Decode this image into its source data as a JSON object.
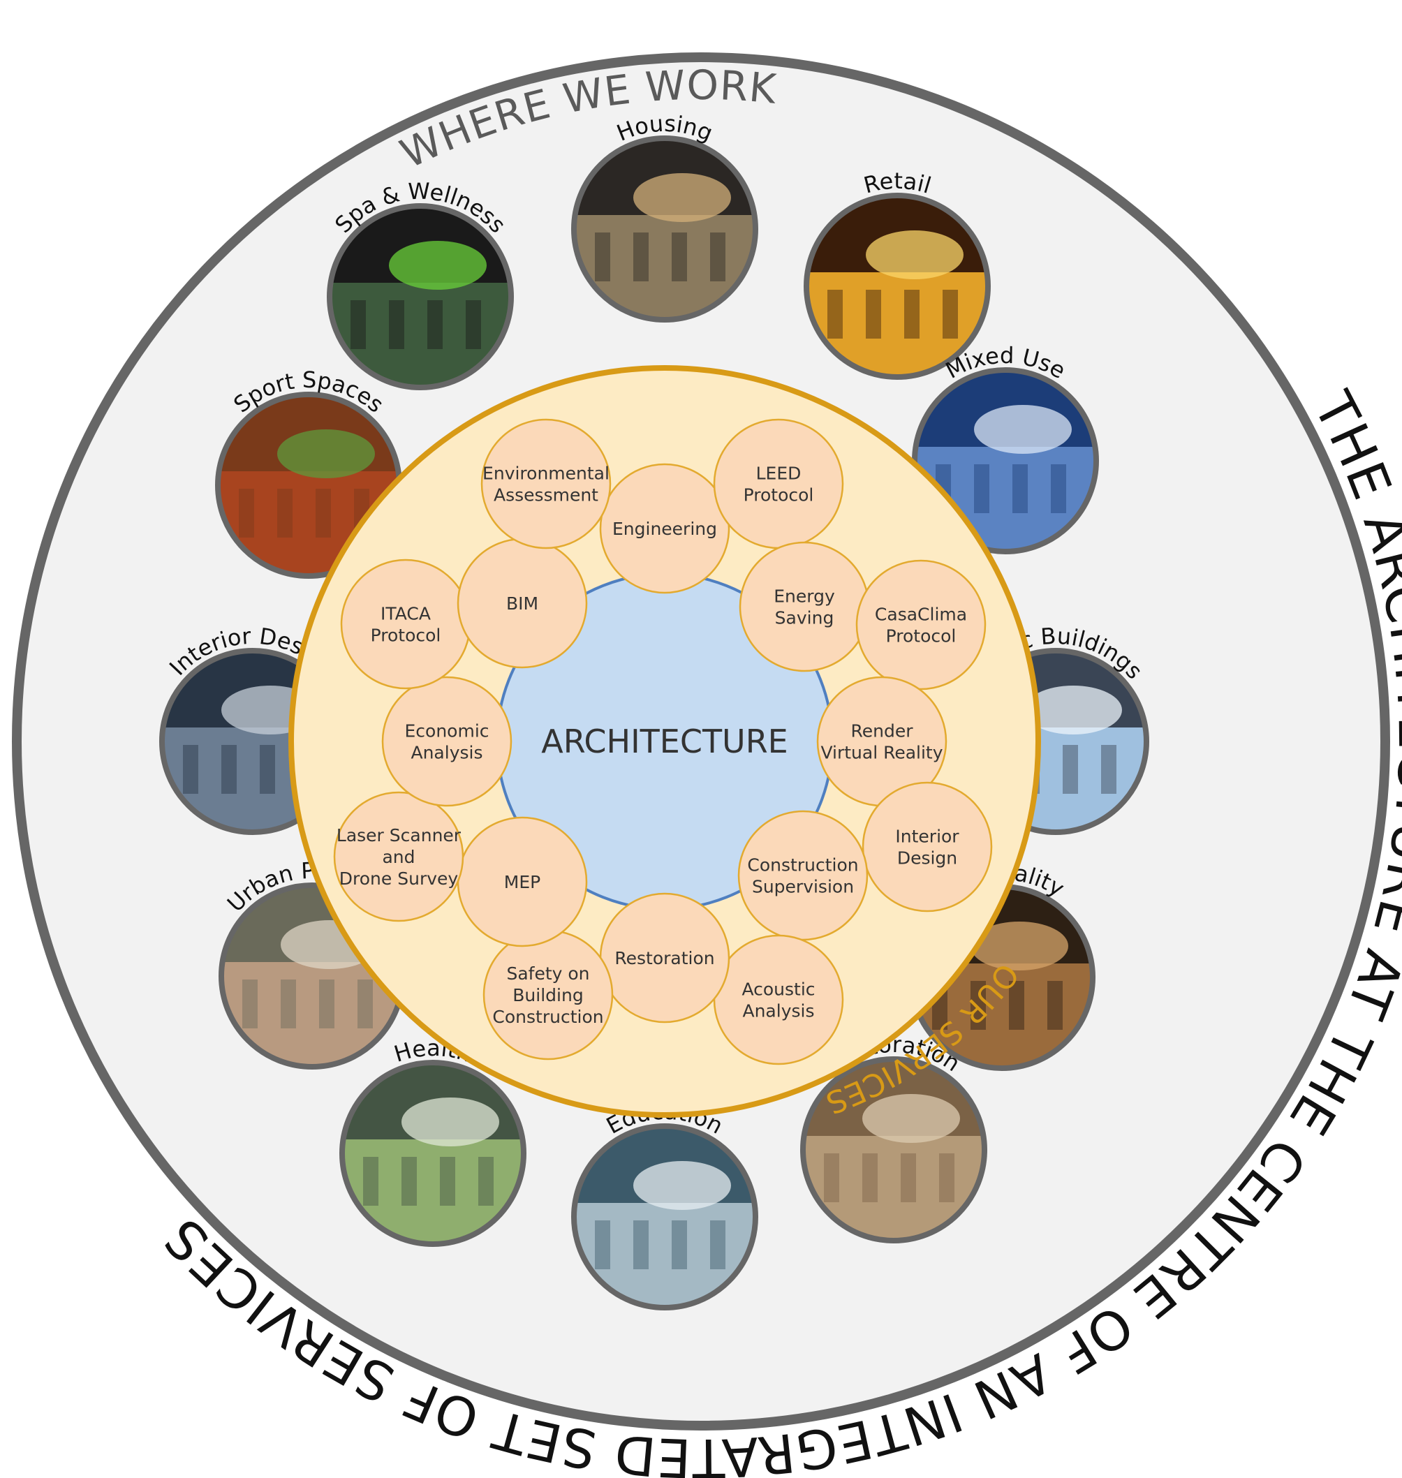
{
  "outer_title": "THE ARCHITECTURE AT THE CENTRE OF AN INTEGRATED SET OF SERVICES",
  "where_we_work": "WHERE WE WORK",
  "our_services": "OUR SERVICES",
  "center": "ARCHITECTURE",
  "services": [
    {
      "lines": [
        "Engineering"
      ]
    },
    {
      "lines": [
        "LEED",
        "Protocol"
      ]
    },
    {
      "lines": [
        "Energy",
        "Saving"
      ]
    },
    {
      "lines": [
        "CasaClima",
        "Protocol"
      ]
    },
    {
      "lines": [
        "Render",
        "Virtual Reality"
      ]
    },
    {
      "lines": [
        "Interior",
        "Design"
      ]
    },
    {
      "lines": [
        "Construction",
        "Supervision"
      ]
    },
    {
      "lines": [
        "Acoustic",
        "Analysis"
      ]
    },
    {
      "lines": [
        "Restoration"
      ]
    },
    {
      "lines": [
        "Safety on",
        "Building",
        "Construction"
      ]
    },
    {
      "lines": [
        "MEP"
      ]
    },
    {
      "lines": [
        "Laser Scanner",
        "and",
        "Drone Survey"
      ]
    },
    {
      "lines": [
        "Economic",
        "Analysis"
      ]
    },
    {
      "lines": [
        "ITACA",
        "Protocol"
      ]
    },
    {
      "lines": [
        "BIM"
      ]
    },
    {
      "lines": [
        "Environmental",
        "Assessment"
      ]
    }
  ],
  "sectors": [
    {
      "label": "Housing",
      "icon": "housing-photo"
    },
    {
      "label": "Retail",
      "icon": "retail-photo"
    },
    {
      "label": "Mixed Use",
      "icon": "mixed-use-photo"
    },
    {
      "label": "Public Buildings",
      "icon": "public-buildings-photo"
    },
    {
      "label": "Hospitality",
      "icon": "hospitality-photo"
    },
    {
      "label": "Restoration",
      "icon": "restoration-photo"
    },
    {
      "label": "Education",
      "icon": "education-photo"
    },
    {
      "label": "Health",
      "icon": "health-photo"
    },
    {
      "label": "Urban Planning",
      "icon": "urban-planning-photo"
    },
    {
      "label": "Interior Design",
      "icon": "interior-design-photo"
    },
    {
      "label": "Sport Spaces",
      "icon": "sport-spaces-photo"
    },
    {
      "label": "Spa & Wellness",
      "icon": "spa-wellness-photo"
    }
  ],
  "colors": {
    "outer_ring": "#666666",
    "outer_fill": "#f2f2f2",
    "services_ring": "#d89a16",
    "services_fill": "#fdebc4",
    "service_bubble": "#fbd9b9",
    "service_stroke": "#e3aa2f",
    "center_fill": "#c5dbf2",
    "center_stroke": "#4f7fc0"
  }
}
